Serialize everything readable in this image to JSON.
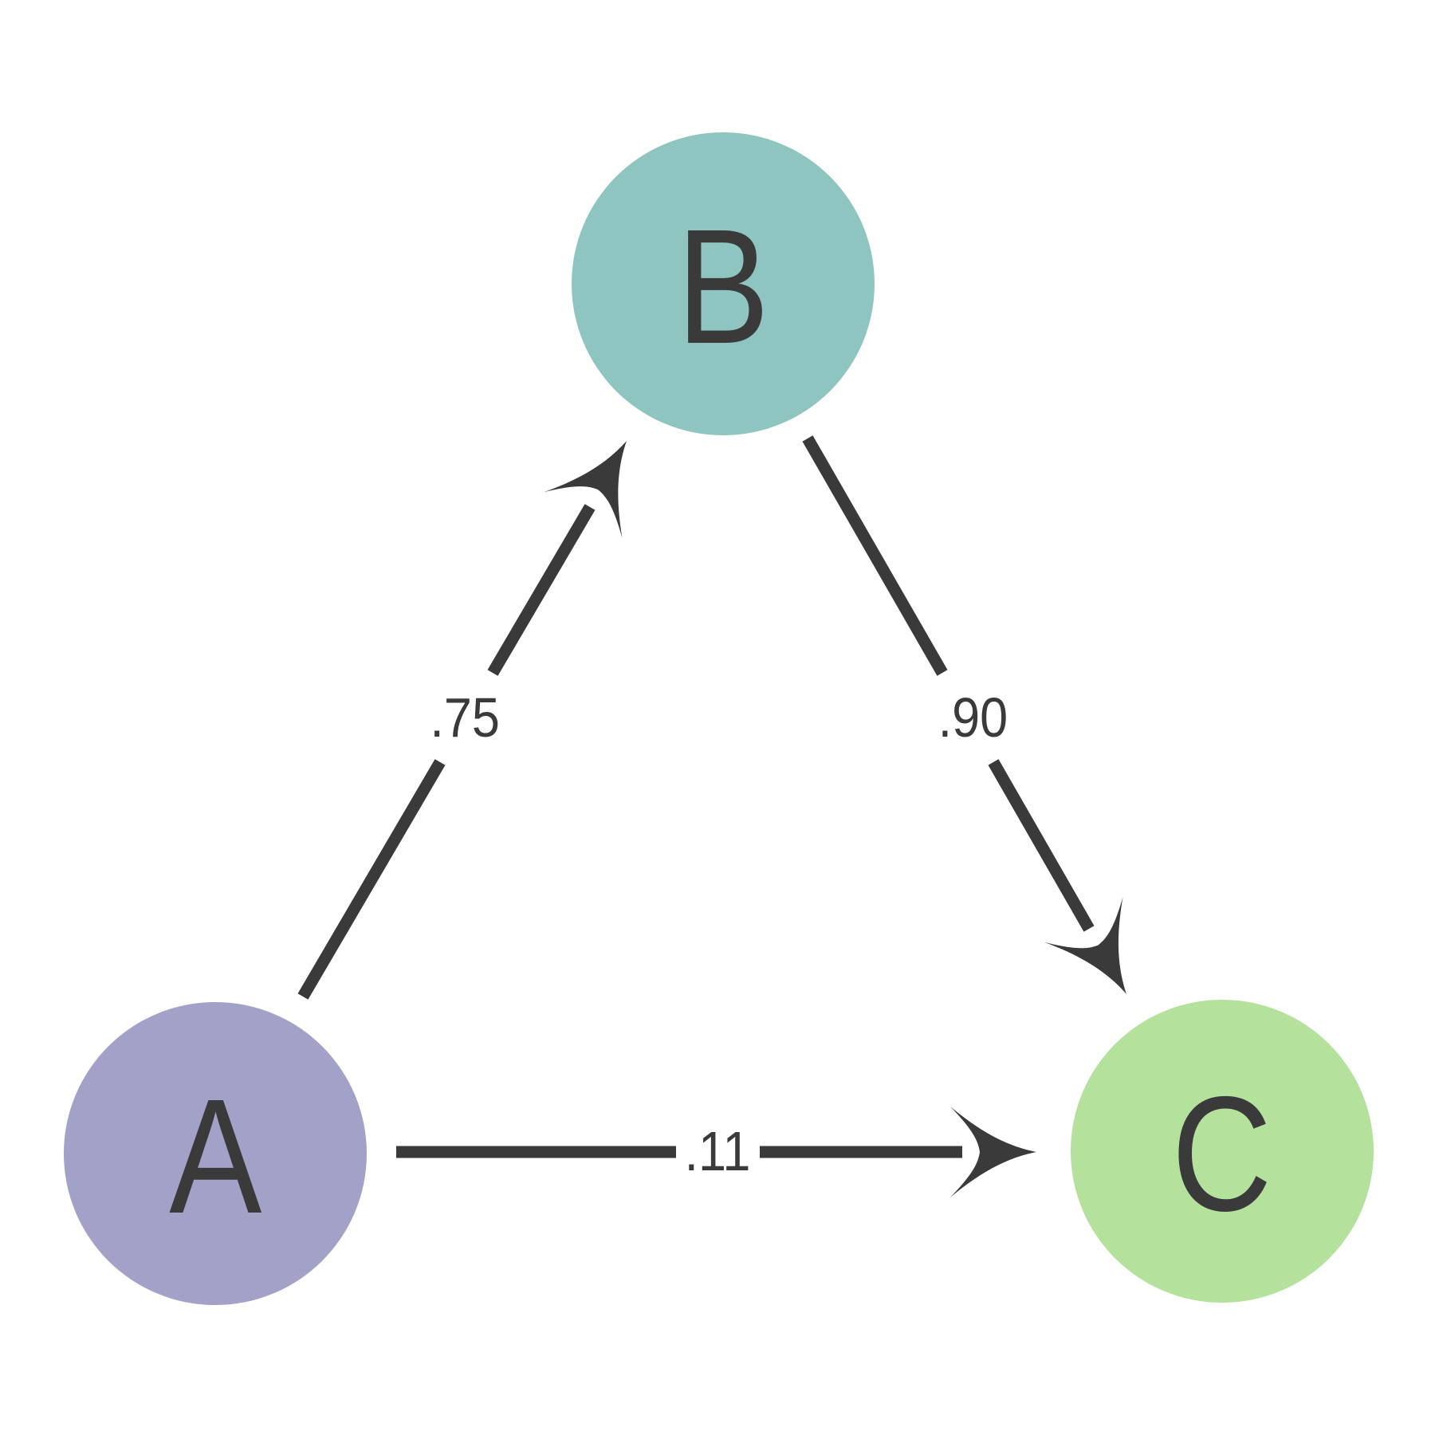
{
  "diagram": {
    "title": "three-node directed graph",
    "background_color": "#ffffff",
    "edge_color": "#3a3a3a",
    "label_color": "#3a3a3a",
    "nodes": [
      {
        "id": "A",
        "label": "A",
        "color": "#a2a1c8",
        "position": "bottom-left"
      },
      {
        "id": "B",
        "label": "B",
        "color": "#8fc5c0",
        "position": "top-center"
      },
      {
        "id": "C",
        "label": "C",
        "color": "#b4e19b",
        "position": "bottom-right"
      }
    ],
    "edges": [
      {
        "from": "A",
        "to": "B",
        "label": ".75"
      },
      {
        "from": "B",
        "to": "C",
        "label": ".90"
      },
      {
        "from": "A",
        "to": "C",
        "label": ".11"
      }
    ]
  }
}
